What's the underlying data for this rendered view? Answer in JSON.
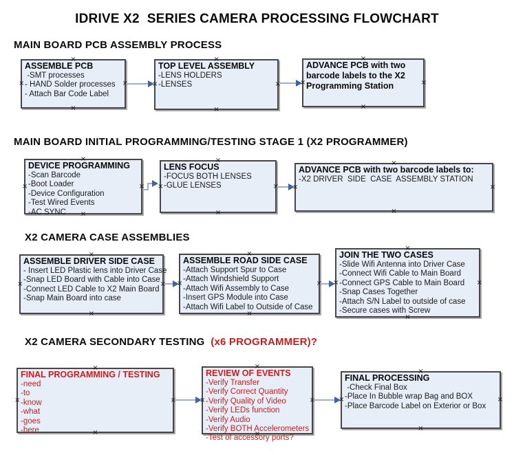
{
  "title": "IDRIVE X2  SERIES CAMERA PROCESSING FLOWCHART",
  "icons": {
    "connection_point": "×"
  },
  "colors": {
    "box_fill": "#e8eef8",
    "box_border": "#464646",
    "red_text": "#c22020",
    "connector_line": "#9dafc9",
    "connector_arrow": "#3f63a4"
  },
  "sections": [
    {
      "heading": "MAIN BOARD PCB ASSEMBLY PROCESS",
      "boxes": [
        {
          "title": "ASSEMBLE PCB",
          "items": [
            " -SMT processes",
            "- HAND Solder processes",
            "- Attach Bar Code Label"
          ]
        },
        {
          "title": "TOP LEVEL ASSEMBLY",
          "items": [
            "-LENS HOLDERS",
            "-LENSES"
          ]
        },
        {
          "title": "ADVANCE PCB with two barcode labels to the X2 Programming Station",
          "items": []
        }
      ]
    },
    {
      "heading": "MAIN BOARD INITIAL PROGRAMMING/TESTING STAGE 1 (X2 PROGRAMMER)",
      "boxes": [
        {
          "title": "DEVICE PROGRAMMING",
          "items": [
            "-Scan Barcode",
            "-Boot Loader",
            "-Device Configuration",
            "-Test Wired Events",
            "-AC SYNC"
          ]
        },
        {
          "title": "LENS FOCUS",
          "items": [
            "-FOCUS BOTH LENSES",
            "-GLUE LENSES"
          ]
        },
        {
          "title": "ADVANCE PCB with two barcode labels to:",
          "items": [
            "-X2 DRIVER  SIDE  CASE  ASSEMBLY STATION"
          ]
        }
      ]
    },
    {
      "heading": "X2 CAMERA CASE ASSEMBLIES",
      "boxes": [
        {
          "title": "ASSEMBLE DRIVER SIDE CASE",
          "items": [
            "- Insert LED Plastic lens into Driver Case",
            "-Snap LED Board with Cable into Case",
            "-Connect LED Cable to X2 Main Board",
            "-Snap Main Board into case"
          ]
        },
        {
          "title": "ASSEMBLE ROAD SIDE CASE",
          "items": [
            "-Attach Support Spur to Case",
            "-Attach Windshield Support",
            "-Attach Wifi Assembly to Case",
            "-Insert GPS Module into Case",
            "-Attach Wifi Label to Outside of Case"
          ]
        },
        {
          "title": "JOIN THE TWO CASES",
          "items": [
            "-Slide Wifi Antenna into Driver Case",
            "-Connect Wifi Cable to Main Board",
            "-Connect GPS Cable to Main Board",
            "-Snap Cases Together",
            "-Attach S/N Label to outside of case",
            "-Secure cases with Screw"
          ]
        }
      ]
    },
    {
      "heading": "X2 CAMERA SECONDARY TESTING ",
      "heading_red": " (x6 PROGRAMMER)?",
      "boxes": [
        {
          "title": "FINAL PROGRAMMING / TESTING",
          "items": [
            "-need",
            "-to",
            "-know",
            "-what",
            "-goes",
            "-here"
          ]
        },
        {
          "title": "REVIEW OF EVENTS",
          "items": [
            "-Verify Transfer",
            "-Verify Correct Quantity",
            "-Verify Quality of Video",
            "-Verify LEDs function",
            "-Verify Audio",
            "-Verify BOTH Accelerometers",
            "-Test of accessory ports?"
          ]
        },
        {
          "title": "FINAL PROCESSING",
          "items": [
            " -Check Final Box",
            "-Place In Bubble wrap Bag and BOX",
            "-Place Barcode Label on Exterior or Box"
          ]
        }
      ]
    }
  ]
}
